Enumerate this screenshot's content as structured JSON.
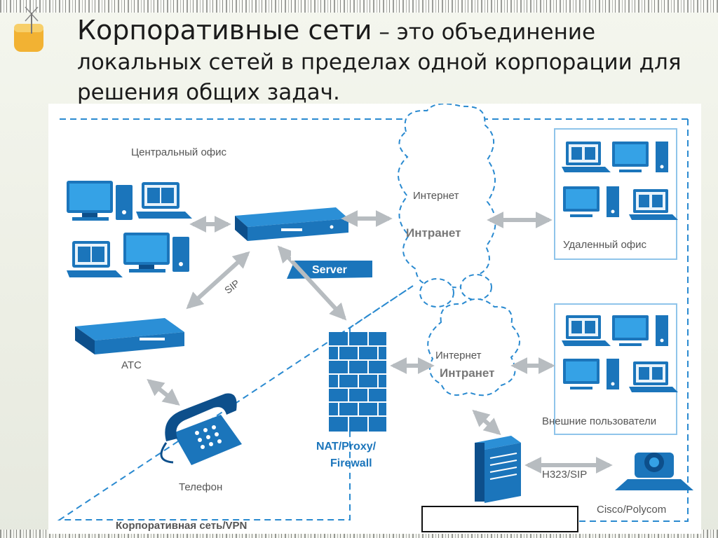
{
  "title": {
    "heading": "Корпоративные сети",
    "rest_line1": " – это объединение",
    "line2": "локальных сетей в пределах одной корпорации для",
    "line3": "решения общих задач."
  },
  "diagram": {
    "central_office": "Центральный офис",
    "server": "Server",
    "sip": "SIP",
    "atc": "АТС",
    "phone": "Телефон",
    "internet_top": "Интернет",
    "intranet_top": "Интранет",
    "internet_bottom": "Интернет",
    "intranet_bottom": "Интранет",
    "remote_office": "Удаленный офис",
    "external_users": "Внешние пользователи",
    "firewall_line1": "NAT/Proxy/",
    "firewall_line2": "Firewall",
    "h323": "H323/SIP",
    "cisco": "Cisco/Polycom",
    "vpn": "Корпоративная сеть/VPN"
  },
  "colors": {
    "accent": "#1b75bb",
    "dark_blue": "#0d4f8b",
    "arrow": "#b7bcc0",
    "dashed": "#2a8ad0",
    "label": "#555555"
  }
}
